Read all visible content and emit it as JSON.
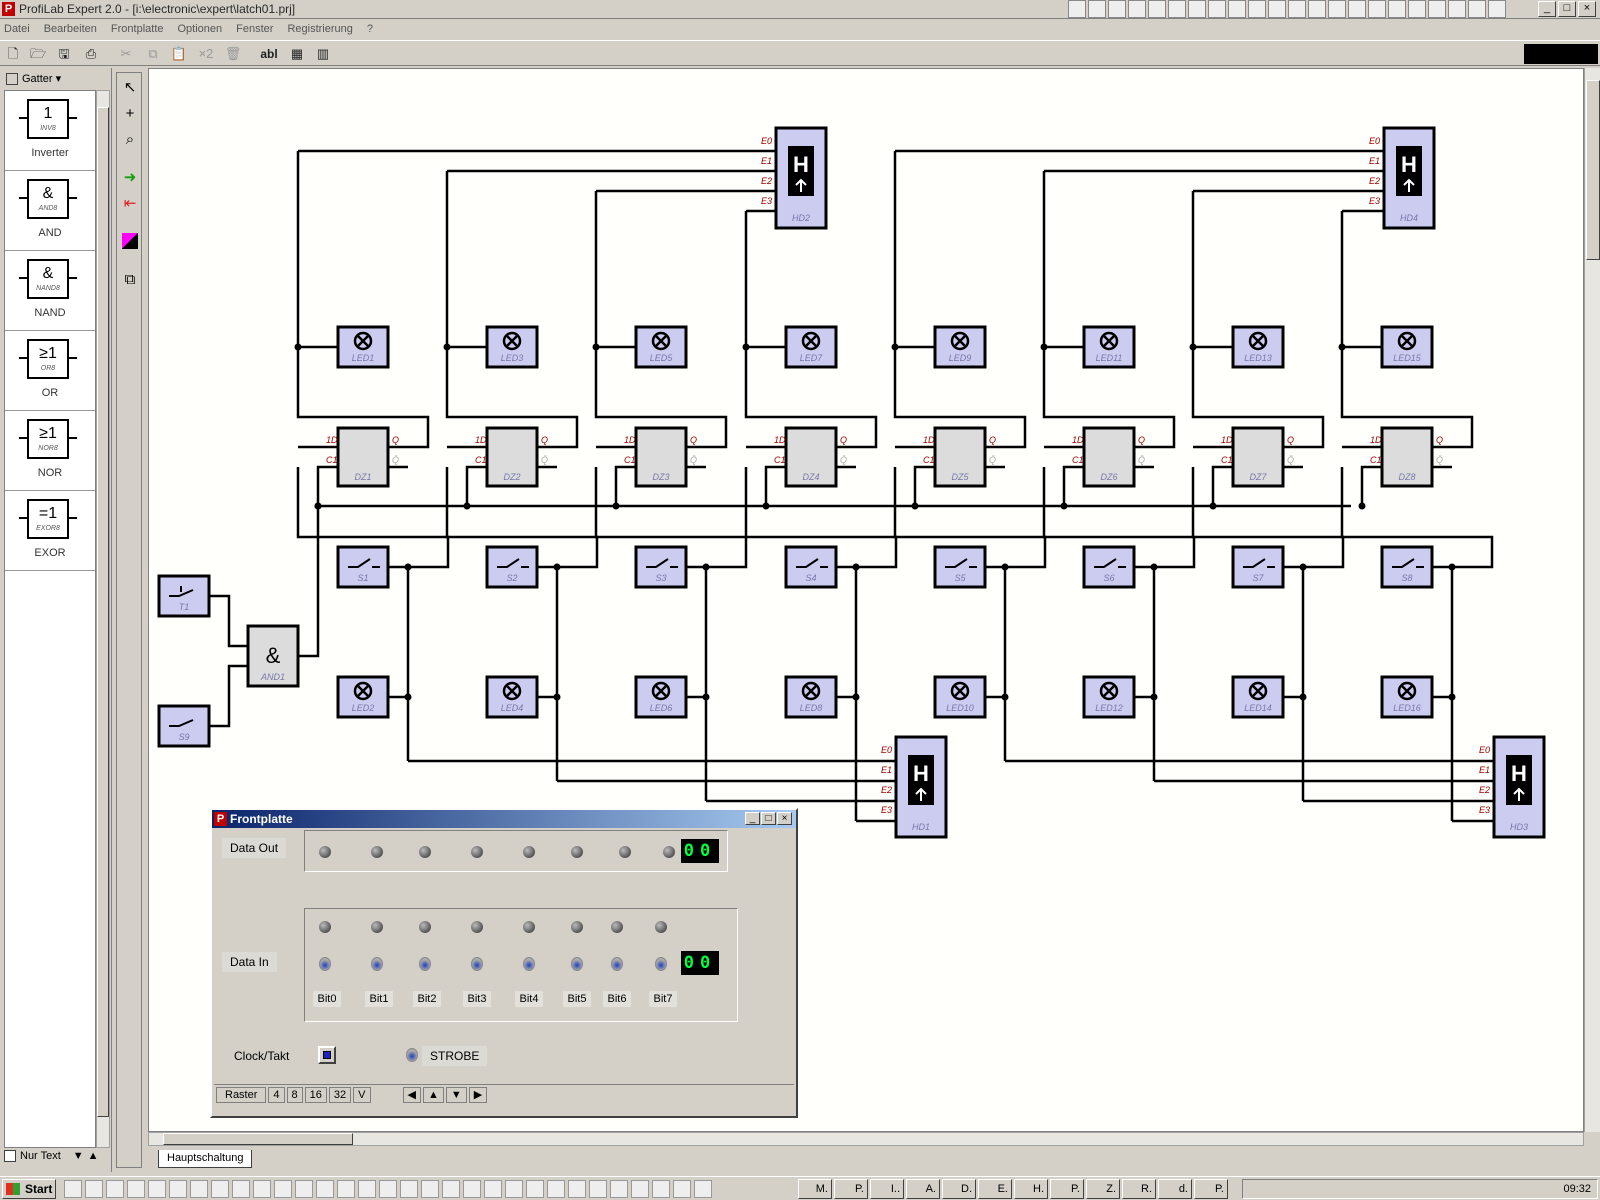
{
  "window": {
    "title": "ProfiLab Expert 2.0 - [i:\\electronic\\expert\\latch01.prj]",
    "icon_letter": "P"
  },
  "menu": [
    "Datei",
    "Bearbeiten",
    "Frontplatte",
    "Optionen",
    "Fenster",
    "Registrierung",
    "?"
  ],
  "palette": {
    "category": "Gatter",
    "items": [
      {
        "symbol": "1",
        "sub": "INV8",
        "label": "Inverter"
      },
      {
        "symbol": "&",
        "sub": "AND8",
        "label": "AND"
      },
      {
        "symbol": "&",
        "sub": "NAND8",
        "label": "NAND"
      },
      {
        "symbol": "≥1",
        "sub": "OR8",
        "label": "OR"
      },
      {
        "symbol": "≥1",
        "sub": "NOR8",
        "label": "NOR"
      },
      {
        "symbol": "=1",
        "sub": "EXOR8",
        "label": "EXOR"
      }
    ],
    "nur_text": "Nur Text"
  },
  "toolbar": {
    "x2": "×2",
    "abl": "abl"
  },
  "circuit": {
    "hex": [
      {
        "name": "HD2"
      },
      {
        "name": "HD4"
      },
      {
        "name": "HD1"
      },
      {
        "name": "HD3"
      }
    ],
    "hex_letter": "H",
    "pins": [
      "E0",
      "E1",
      "E2",
      "E3"
    ],
    "leds_top": [
      "LED1",
      "LED3",
      "LED5",
      "LED7",
      "LED9",
      "LED11",
      "LED13",
      "LED15"
    ],
    "latches": [
      "DZ1",
      "DZ2",
      "DZ3",
      "DZ4",
      "DZ5",
      "DZ6",
      "DZ7",
      "DZ8"
    ],
    "switches": [
      "S1",
      "S2",
      "S3",
      "S4",
      "S5",
      "S6",
      "S7",
      "S8"
    ],
    "leds_bottom": [
      "LED2",
      "LED4",
      "LED6",
      "LED8",
      "LED10",
      "LED12",
      "LED14",
      "LED16"
    ],
    "latch_pins": {
      "d": "1D",
      "c": "C1",
      "q": "Q",
      "qn": "Q̄"
    },
    "t1": "T1",
    "s9": "S9",
    "and1": "AND1",
    "and_symbol": "&"
  },
  "sheet_tab": "Hauptschaltung",
  "frontpanel": {
    "title": "Frontplatte",
    "data_out": "Data Out",
    "data_in": "Data In",
    "display_out": "00",
    "display_in": "00",
    "bits": [
      "Bit0",
      "Bit1",
      "Bit2",
      "Bit3",
      "Bit4",
      "Bit5",
      "Bit6",
      "Bit7"
    ],
    "clock": "Clock/Takt",
    "strobe": "STROBE",
    "raster": "Raster",
    "raster_values": [
      "4",
      "8",
      "16",
      "32",
      "V"
    ]
  },
  "taskbar": {
    "start": "Start",
    "buttons": [
      "M.",
      "P.",
      "I..",
      "A.",
      "D.",
      "E.",
      "H.",
      "P.",
      "Z.",
      "R.",
      "d.",
      "P."
    ],
    "clock": "09:32"
  }
}
